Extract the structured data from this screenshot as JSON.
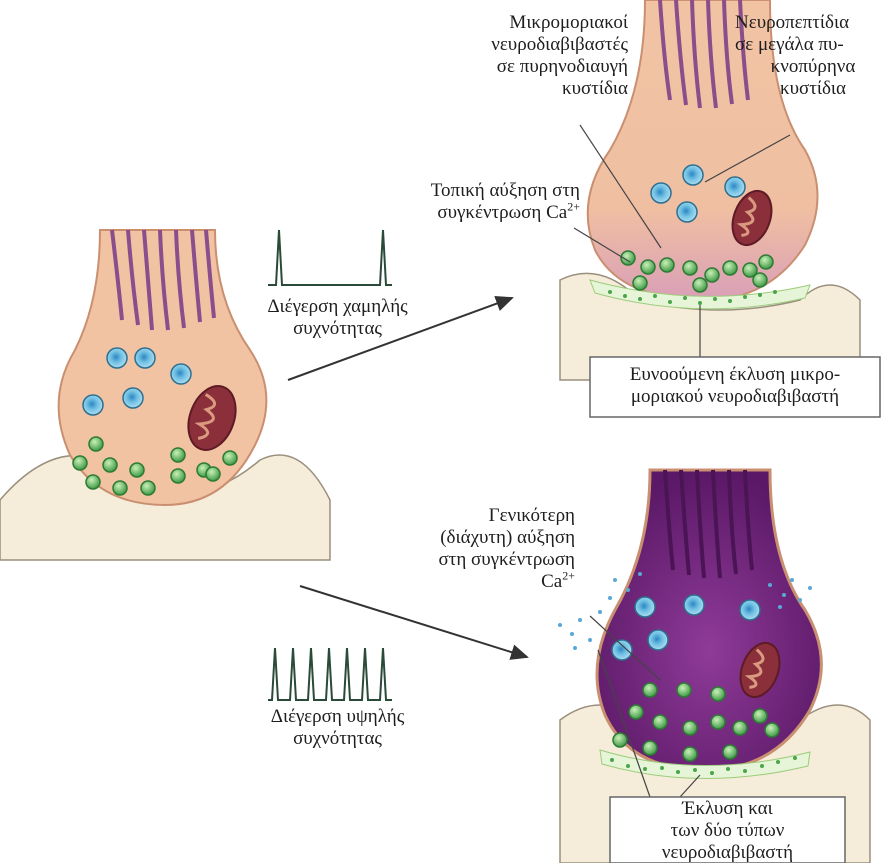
{
  "labels": {
    "small_molecule": [
      "Μικρομοριακοί",
      "νευροδιαβιβαστές",
      "σε πυρηνοδιαυγή",
      "κυστίδια"
    ],
    "neuropeptides": [
      "Νευροπεπτίδια",
      "σε μεγάλα πυ-",
      "κνοπύρηνα",
      "κυστίδια"
    ],
    "local_ca_line1": "Τοπική αύξηση στη",
    "local_ca_line2": "συγκέντρωση Ca",
    "ca_sup": "2+",
    "low_freq": [
      "Διέγερση χαμηλής",
      "συχνότητας"
    ],
    "preferential_release": [
      "Ευνοούμενη έκλυση μικρο-",
      "μοριακού νευροδιαβιβαστή"
    ],
    "general_ca": [
      "Γενικότερη",
      "(διάχυτη) αύξηση",
      "στη συγκέντρωση"
    ],
    "general_ca_last": "Ca",
    "high_freq": [
      "Διέγερση υψηλής",
      "συχνότητας"
    ],
    "both_release": [
      "Έκλυση και",
      "των δύο τύπων",
      "νευροδιαβιβαστή"
    ]
  },
  "colors": {
    "terminal_fill": "#f1c3a3",
    "terminal_purple": "#6b1f7a",
    "postsynaptic": "#f5ecd9",
    "green_vesicle": "#6fc36f",
    "blue_vesicle": "#4fb0d8",
    "axon_stripes": "#8a4e8c",
    "mitochondrion": "#8b2f3a"
  }
}
